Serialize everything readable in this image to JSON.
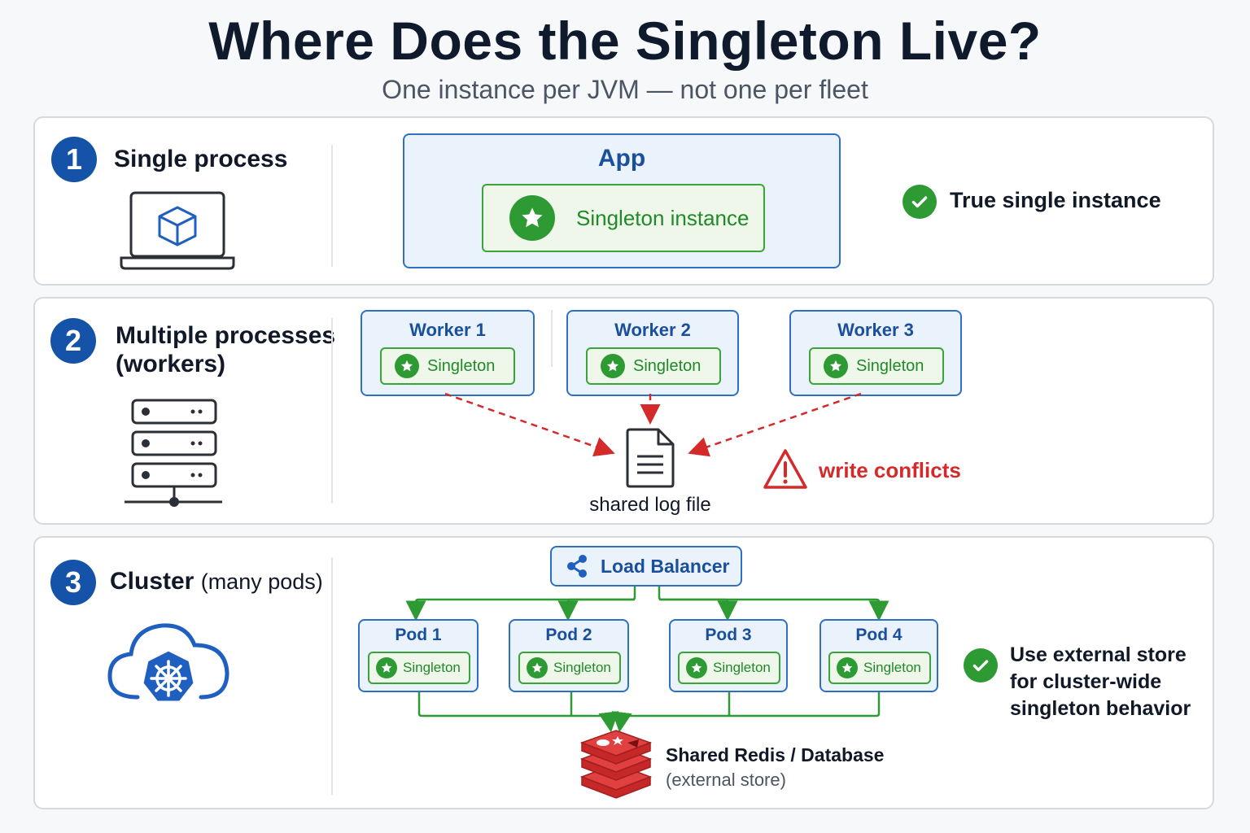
{
  "title": "Where Does the Singleton Live?",
  "subtitle": "One instance per JVM — not one per fleet",
  "colors": {
    "accent_blue": "#1553a8",
    "box_blue_bg": "#eaf2fc",
    "box_blue_border": "#2f6fc4",
    "singleton_green": "#2e9a34",
    "warning_red": "#d42a2a",
    "redis_red": "#d32f2f"
  },
  "panels": [
    {
      "number": "1",
      "title": "Single process",
      "icon": "laptop-cube-icon",
      "app_label": "App",
      "singleton_label": "Singleton instance",
      "result": "True single instance",
      "result_icon": "check-circle-icon"
    },
    {
      "number": "2",
      "title_line1": "Multiple processes",
      "title_line2": "(workers)",
      "icon": "server-rack-icon",
      "workers": [
        {
          "label": "Worker 1",
          "singleton": "Singleton"
        },
        {
          "label": "Worker 2",
          "singleton": "Singleton"
        },
        {
          "label": "Worker 3",
          "singleton": "Singleton"
        }
      ],
      "shared_file_label": "shared log file",
      "shared_file_icon": "document-icon",
      "warning": "write conflicts",
      "warning_icon": "warning-triangle-icon"
    },
    {
      "number": "3",
      "title_bold": "Cluster",
      "title_light": "(many pods)",
      "icon": "kubernetes-cloud-icon",
      "load_balancer": "Load Balancer",
      "load_balancer_icon": "share-icon",
      "pods": [
        {
          "label": "Pod 1",
          "singleton": "Singleton"
        },
        {
          "label": "Pod 2",
          "singleton": "Singleton"
        },
        {
          "label": "Pod 3",
          "singleton": "Singleton"
        },
        {
          "label": "Pod 4",
          "singleton": "Singleton"
        }
      ],
      "store_title": "Shared Redis / Database",
      "store_subtitle": "(external store)",
      "store_icon": "redis-icon",
      "result_lines": [
        "Use external store",
        "for cluster-wide",
        "singleton behavior"
      ],
      "result_icon": "check-circle-icon"
    }
  ]
}
